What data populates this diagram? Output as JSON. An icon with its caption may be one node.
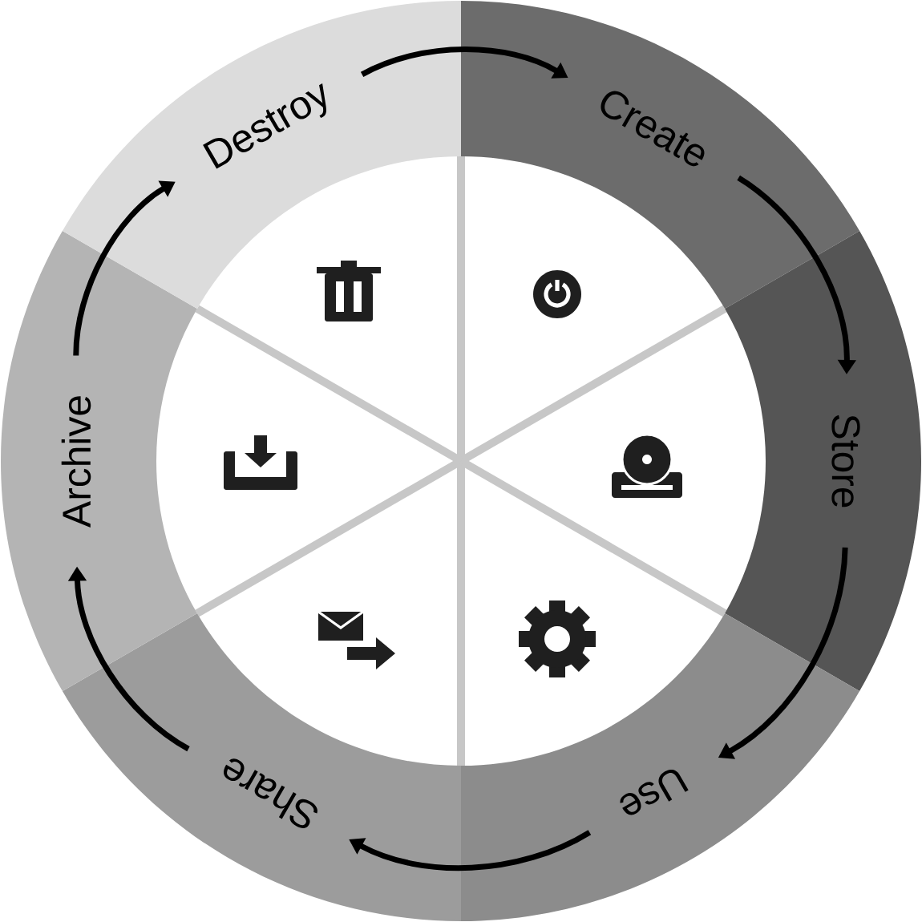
{
  "diagram": {
    "nodes": [
      {
        "text": [
          "Create"
        ]
      },
      {
        "text": [
          "Store"
        ]
      },
      {
        "text": [
          "Use"
        ]
      },
      {
        "text": [
          "Share"
        ]
      },
      {
        "text": [
          "Archive"
        ]
      },
      {
        "text": [
          "Destroy"
        ]
      }
    ],
    "edges": [
      {
        "from": 0,
        "to": 1,
        "arrow": "to"
      },
      {
        "from": 1,
        "to": 2,
        "arrow": "to"
      },
      {
        "from": 2,
        "to": 3,
        "arrow": "to"
      },
      {
        "from": 3,
        "to": 4,
        "arrow": "to"
      },
      {
        "from": 4,
        "to": 5,
        "arrow": "to"
      },
      {
        "from": 5,
        "to": 0,
        "arrow": "to"
      }
    ]
  }
}
